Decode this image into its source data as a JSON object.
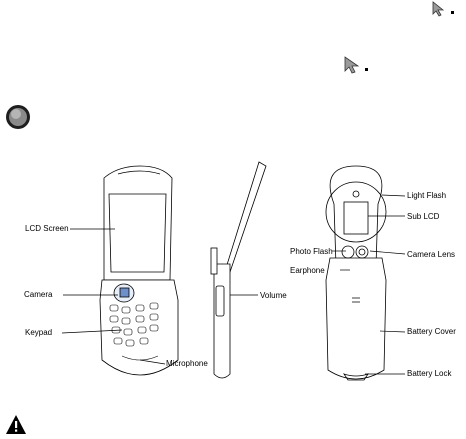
{
  "labels": {
    "lcd_screen": "LCD Screen",
    "camera": "Camera",
    "keypad": "Keypad",
    "microphone": "Microphone",
    "volume": "Volume",
    "light_flash": "Light Flash",
    "sub_lcd": "Sub LCD",
    "photo_flash": "Photo Flash",
    "camera_lens": "Camera Lens",
    "earphone": "Earphone",
    "battery_cover": "Battery Cover",
    "battery_lock": "Battery Lock"
  },
  "icons": {
    "pointer_1": "arrow-cursor-icon",
    "pointer_2": "arrow-cursor-icon",
    "bullet": "gray-circle-button-icon",
    "warning": "warning-triangle-icon"
  },
  "colors": {
    "line": "#000000",
    "bullet_fill": "#8a8a8a"
  }
}
